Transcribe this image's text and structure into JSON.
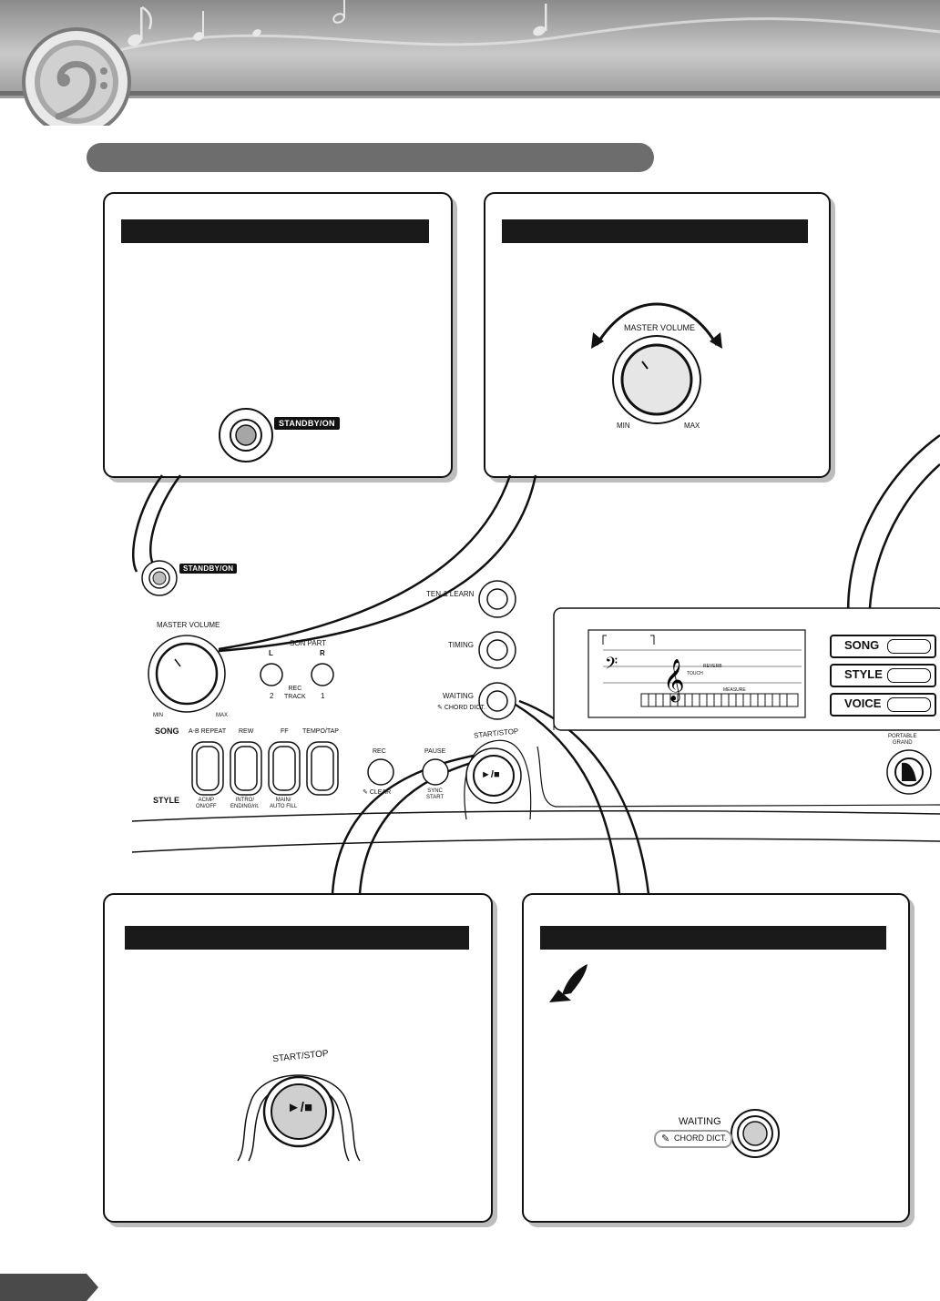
{
  "badges": {
    "standby_on_big": "STANDBY/ON",
    "standby_on_small": "STANDBY/ON"
  },
  "knob": {
    "master_volume_big": "MASTER VOLUME",
    "min_big": "MIN",
    "max_big": "MAX",
    "master_volume_panel": "MASTER VOLUME",
    "min_panel": "MIN",
    "max_panel": "MAX"
  },
  "panel": {
    "listen_learn": "TEN & LEARN",
    "timing": "TIMING",
    "waiting": "WAITING",
    "chord_dict": "CHORD DICT.",
    "lesson_part": "SON PART",
    "l": "L",
    "r": "R",
    "rec_track": "REC\nTRACK",
    "two": "2",
    "one": "1",
    "song": "SONG",
    "style": "STYLE",
    "ab_repeat": "A-B REPEAT",
    "rew": "REW",
    "ff": "FF",
    "tempo_tap": "TEMPO/TAP",
    "acmp": "ACMP\nON/OFF",
    "intro": "INTRO/\nENDING/rit.",
    "main": "MAIN/\nAUTO FILL",
    "rec": "REC",
    "clear": "CLEAR",
    "pause": "PAUSE",
    "sync_start": "SYNC\nSTART",
    "start_stop": "START/STOP",
    "play_symbol": "►/■",
    "portable_grand": "PORTABLE\nGRAND",
    "lcd_reverb": "REVERB",
    "lcd_touch": "TOUCH",
    "lcd_measure": "MEASURE"
  },
  "mode_buttons": [
    "SONG",
    "STYLE",
    "VOICE"
  ],
  "bottom_left": {
    "start_stop": "START/STOP",
    "play_symbol": "►/■"
  },
  "bottom_right": {
    "waiting": "WAITING",
    "chord_dict": "CHORD DICT."
  }
}
